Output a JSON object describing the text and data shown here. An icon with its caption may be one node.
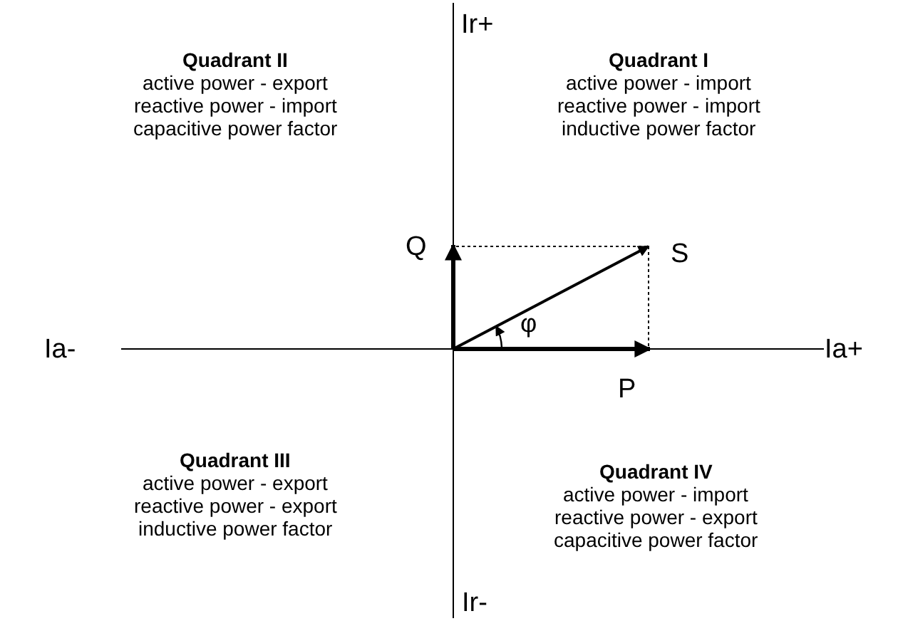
{
  "diagram": {
    "labels": [
      "Ir+",
      "Quadrant II",
      "active power - export",
      "reactive power - import",
      "capacitive power factor",
      "Quadrant I",
      "active power - import",
      "reactive power - import",
      "inductive power factor",
      "Q",
      "S",
      "φ",
      "Ia-",
      "Ia+",
      "P",
      "Quadrant III",
      "active power - export",
      "reactive power - export",
      "inductive power factor",
      "Quadrant IV",
      "active power - import",
      "reactive power - export",
      "capacitive power factor",
      "Ir-"
    ]
  }
}
